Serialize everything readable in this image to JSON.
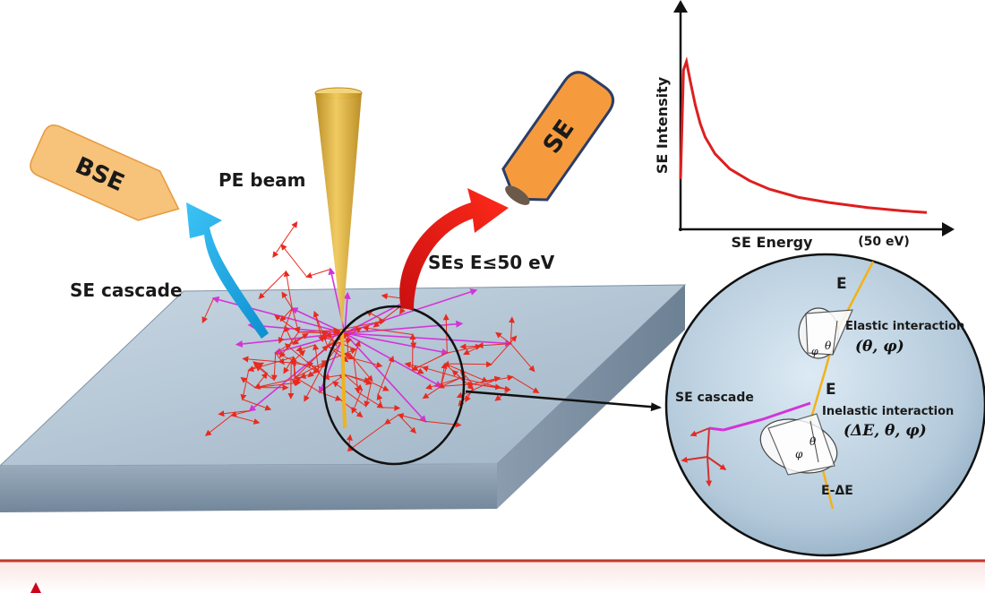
{
  "labels": {
    "pe_beam": "PE beam",
    "se_cascade": "SE cascade",
    "ses_energy": "SEs E≤50 eV",
    "bse_detector": "BSE",
    "se_detector": "SE"
  },
  "inset_chart": {
    "ylabel": "SE Intensity",
    "xlabel": "SE Energy",
    "x_end_label": "(50 eV)"
  },
  "zoom": {
    "e_top": "E",
    "e_mid": "E",
    "e_bottom": "E-ΔE",
    "elastic_label": "Elastic interaction",
    "elastic_params": "(θ, φ)",
    "inelastic_label": "Inelastic interaction",
    "inelastic_params": "(ΔE, θ, φ)",
    "se_cascade": "SE cascade",
    "theta": "θ",
    "phi": "φ"
  },
  "chart_data": {
    "type": "line",
    "title": "",
    "xlabel": "SE Energy",
    "ylabel": "SE Intensity",
    "x": [
      0,
      0.6,
      1.2,
      2,
      3,
      4,
      5,
      7,
      10,
      14,
      18,
      24,
      30,
      38,
      45,
      50
    ],
    "series": [
      {
        "values": [
          0.3,
          0.95,
          1.0,
          0.88,
          0.74,
          0.63,
          0.55,
          0.45,
          0.36,
          0.29,
          0.24,
          0.19,
          0.16,
          0.13,
          0.11,
          0.1
        ]
      }
    ],
    "xlim": [
      0,
      50
    ],
    "ylim": [
      0,
      1.1
    ],
    "colors": {
      "curve": "#dd1f1f"
    }
  },
  "colors": {
    "slab_top": "#b9cad9",
    "beam": "#d4a62e",
    "arrow_red": "#e82a1f",
    "arrow_blue": "#1fa9e8",
    "magenta": "#d234d8",
    "bse_fill": "#f7c27a",
    "se_fill": "#f59b3e",
    "footer_line": "#c0392b"
  }
}
